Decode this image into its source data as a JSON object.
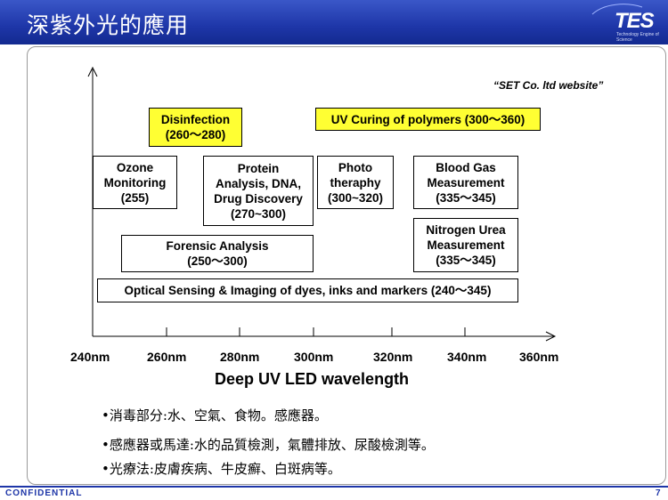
{
  "slide": {
    "title": "深紫外光的應用",
    "logo": "TES",
    "logo_tagline": "Technology Engine of Science",
    "source": "“SET Co. ltd website”"
  },
  "diagram": {
    "boxes": {
      "disinfection": {
        "line1": "Disinfection",
        "line2": "(260～280)"
      },
      "uv_curing": {
        "line1": "UV Curing of polymers (300～360)"
      },
      "ozone": {
        "line1": "Ozone",
        "line2": "Monitoring",
        "line3": "(255)"
      },
      "protein": {
        "line1": "Protein",
        "line2": "Analysis, DNA,",
        "line3": "Drug Discovery",
        "line4": "(270~300)"
      },
      "photo": {
        "line1": "Photo",
        "line2": "theraphy",
        "line3": "(300~320)"
      },
      "blood_gas": {
        "line1": "Blood Gas",
        "line2": "Measurement",
        "line3": "(335～345)"
      },
      "nitrogen": {
        "line1": "Nitrogen Urea",
        "line2": "Measurement",
        "line3": "(335～345)"
      },
      "forensic": {
        "line1": "Forensic Analysis",
        "line2": "(250～300)"
      },
      "optical": {
        "line1": "Optical Sensing & Imaging of dyes, inks and markers (240～345)"
      }
    },
    "ticks": [
      "240nm",
      "260nm",
      "280nm",
      "300nm",
      "320nm",
      "340nm",
      "360nm"
    ],
    "xlabel": "Deep UV LED wavelength"
  },
  "bullets": [
    "•消毒部分:水、空氣、食物。感應器。",
    "•感應器或馬達:水的品質檢測，氣體排放、尿酸檢測等。",
    "•光療法:皮膚疾病、牛皮癬、白斑病等。"
  ],
  "footer": {
    "left": "CONFIDENTIAL",
    "page": "7"
  }
}
